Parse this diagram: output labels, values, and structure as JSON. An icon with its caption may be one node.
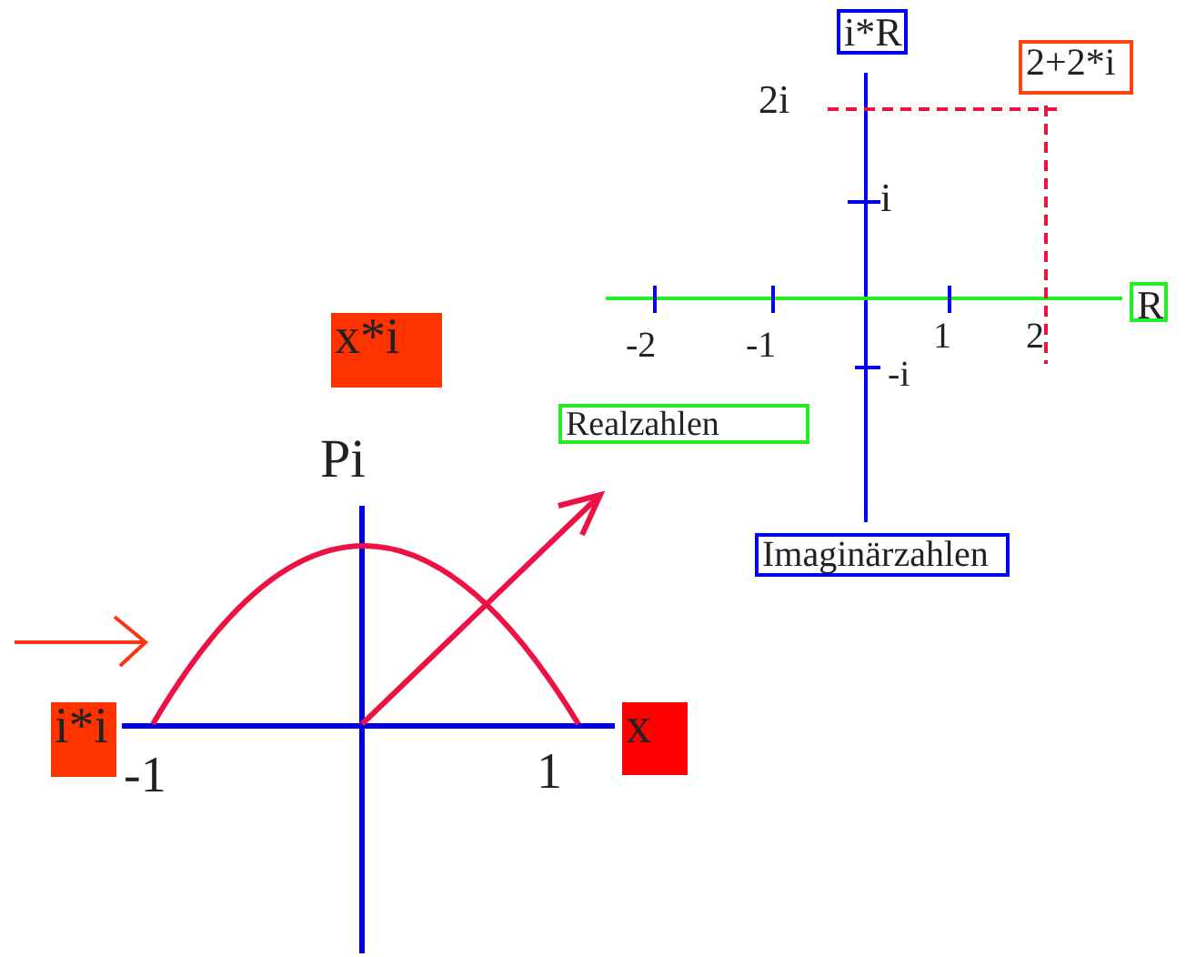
{
  "diagram": {
    "nodes": [
      {
        "text": [
          "i*R"
        ]
      },
      {
        "text": [
          "2+2*i"
        ]
      },
      {
        "text": [
          "R"
        ]
      },
      {
        "text": [
          "Realzahlen"
        ]
      },
      {
        "text": [
          "Imaginärzahlen"
        ]
      },
      {
        "text": [
          "x*i"
        ]
      },
      {
        "text": [
          "i*i"
        ]
      },
      {
        "text": [
          "x"
        ]
      }
    ],
    "labels": [
      "2i",
      "i",
      "-2",
      "-1",
      "1",
      "2",
      "-i",
      "Pi",
      "-1",
      "1"
    ]
  }
}
